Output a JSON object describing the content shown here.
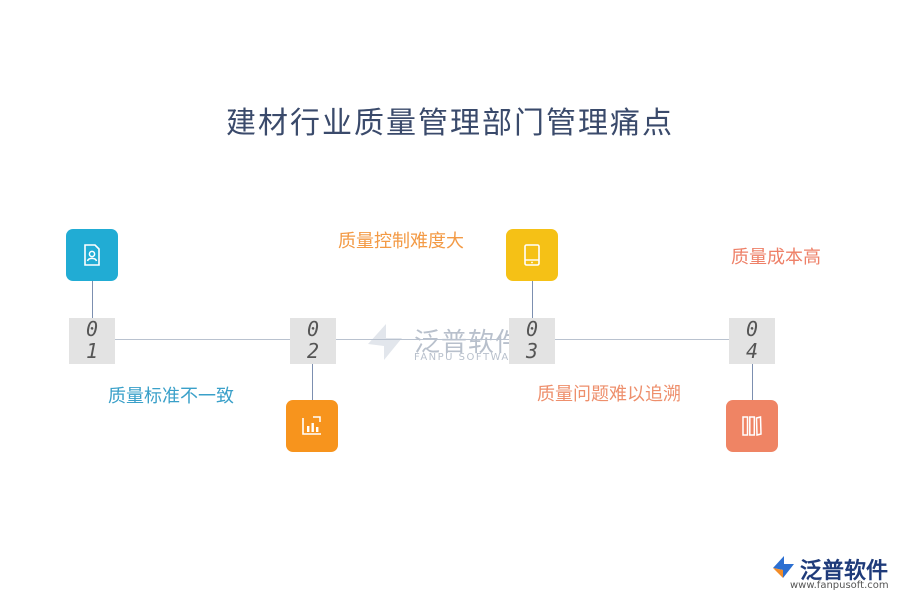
{
  "title": "建材行业质量管理部门管理痛点",
  "steps": [
    {
      "d1": "0",
      "d2": "1",
      "label": "质量标准不一致",
      "icon": "document-user-icon",
      "color": "#21acd4",
      "label_color": "#3aa0c9"
    },
    {
      "d1": "0",
      "d2": "2",
      "label": "质量控制难度大",
      "icon": "bar-chart-icon",
      "color": "#f7941d",
      "label_color": "#f39a45"
    },
    {
      "d1": "0",
      "d2": "3",
      "label": "质量问题难以追溯",
      "icon": "tablet-icon",
      "color": "#f5c116",
      "label_color": "#ee8f6c"
    },
    {
      "d1": "0",
      "d2": "4",
      "label": "质量成本高",
      "icon": "columns-icon",
      "color": "#ef8464",
      "label_color": "#ee8068"
    }
  ],
  "watermark": {
    "text": "泛普软件",
    "sub": "FANPU SOFTWARE"
  },
  "logo": {
    "text": "泛普软件",
    "url": "www.fanpusoft.com"
  }
}
